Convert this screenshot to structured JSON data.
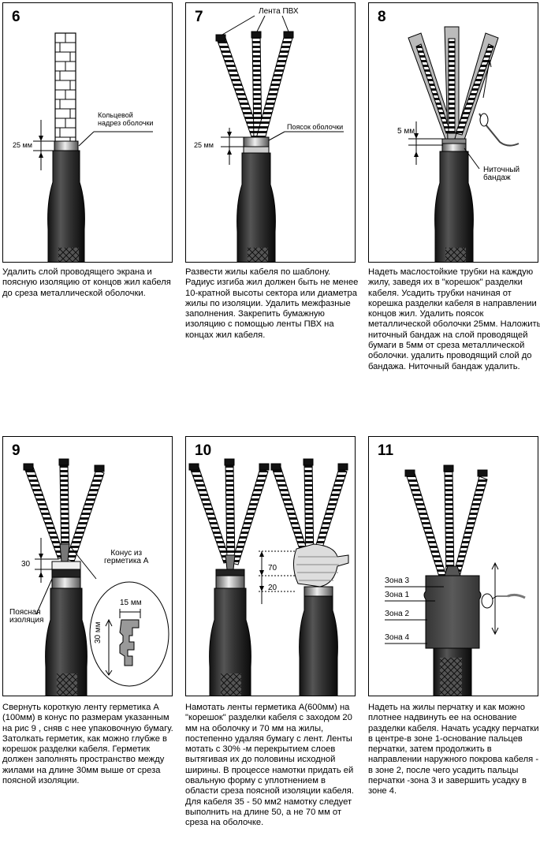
{
  "steps": [
    {
      "number": "6",
      "labels": {
        "ring": "Кольцевой\nнадрез оболочки",
        "dim": "25 мм"
      },
      "text": [
        "Удалить слой проводящего экрана и поясную изоляцию от концов жил кабеля до среза металлической оболочки."
      ]
    },
    {
      "number": "7",
      "labels": {
        "tape": "Лента ПВХ",
        "belt": "Поясок оболочки",
        "dim": "25 мм"
      },
      "text": [
        "Развести жилы кабеля по шаблону. Радиус изгиба жил должен быть не менее 10-кратной высоты сектора или диаметра жилы по изоляции. Удалить межфазные заполнения. Закрепить бумажную изоляцию с помощью ленты ПВХ на концах жил кабеля."
      ]
    },
    {
      "number": "8",
      "labels": {
        "dim": "5 мм",
        "bandage": "Ниточный\nбандаж"
      },
      "text": [
        "Надеть  маслостойкие трубки на каждую жилу, заведя их в \"корешок\" разделки кабеля. Усадить трубки начиная от корешка разделки кабеля в направлении концов жил. Удалить поясок металлической оболочки 25мм. Наложить ниточный бандаж на слой проводящей бумаги в 5мм от среза металлической оболочки. удалить проводящий слой до бандажа. Ниточный бандаж удалить."
      ]
    },
    {
      "number": "9",
      "labels": {
        "dim": "30",
        "cone": "Конус из\nгерметика А",
        "belt_ins": "Поясная\nизоляция",
        "w": "15 мм",
        "h": "30 мм"
      },
      "text": [
        "Свернуть короткую ленту герметика А (100мм) в конус по размерам указанным на рис 9 , сняв с нее упаковочную бумагу.",
        "Затолкать герметик,  как можно глубже в корешок разделки кабеля. Герметик должен заполнять пространство между жилами на длине 30мм выше от среза поясной изоляции."
      ]
    },
    {
      "number": "10",
      "labels": {
        "d70": "70",
        "d20": "20"
      },
      "text": [
        "Намотать ленты герметика А(600мм) на \"корешок\" разделки кабеля с заходом 20 мм на оболочку и 70 мм на жилы, постепенно удаляя бумагу с лент. Ленты  мотать с 30% -м перекрытием слоев вытягивая их до половины исходной ширины.  В процессе намотки придать ей овальную форму с уплотнением в области среза поясной изоляции кабеля.  Для кабеля 35 - 50 мм2 намотку следует выполнить на длине 50, а не 70 мм от среза на оболочке."
      ]
    },
    {
      "number": "11",
      "labels": {
        "z3": "Зона 3",
        "z1": "Зона 1",
        "z2": "Зона 2",
        "z4": "Зона 4"
      },
      "text": [
        "Надеть на жилы перчатку и  как можно плотнее надвинуть ее на основание разделки кабеля. Начать усадку перчатки в центре-в зоне 1-основание пальцев перчатки, затем продолжить в направлении наружного покрова кабеля - в зоне 2, после чего усадить пальцы перчатки -зона 3 и завершить усадку в зоне 4."
      ]
    }
  ]
}
